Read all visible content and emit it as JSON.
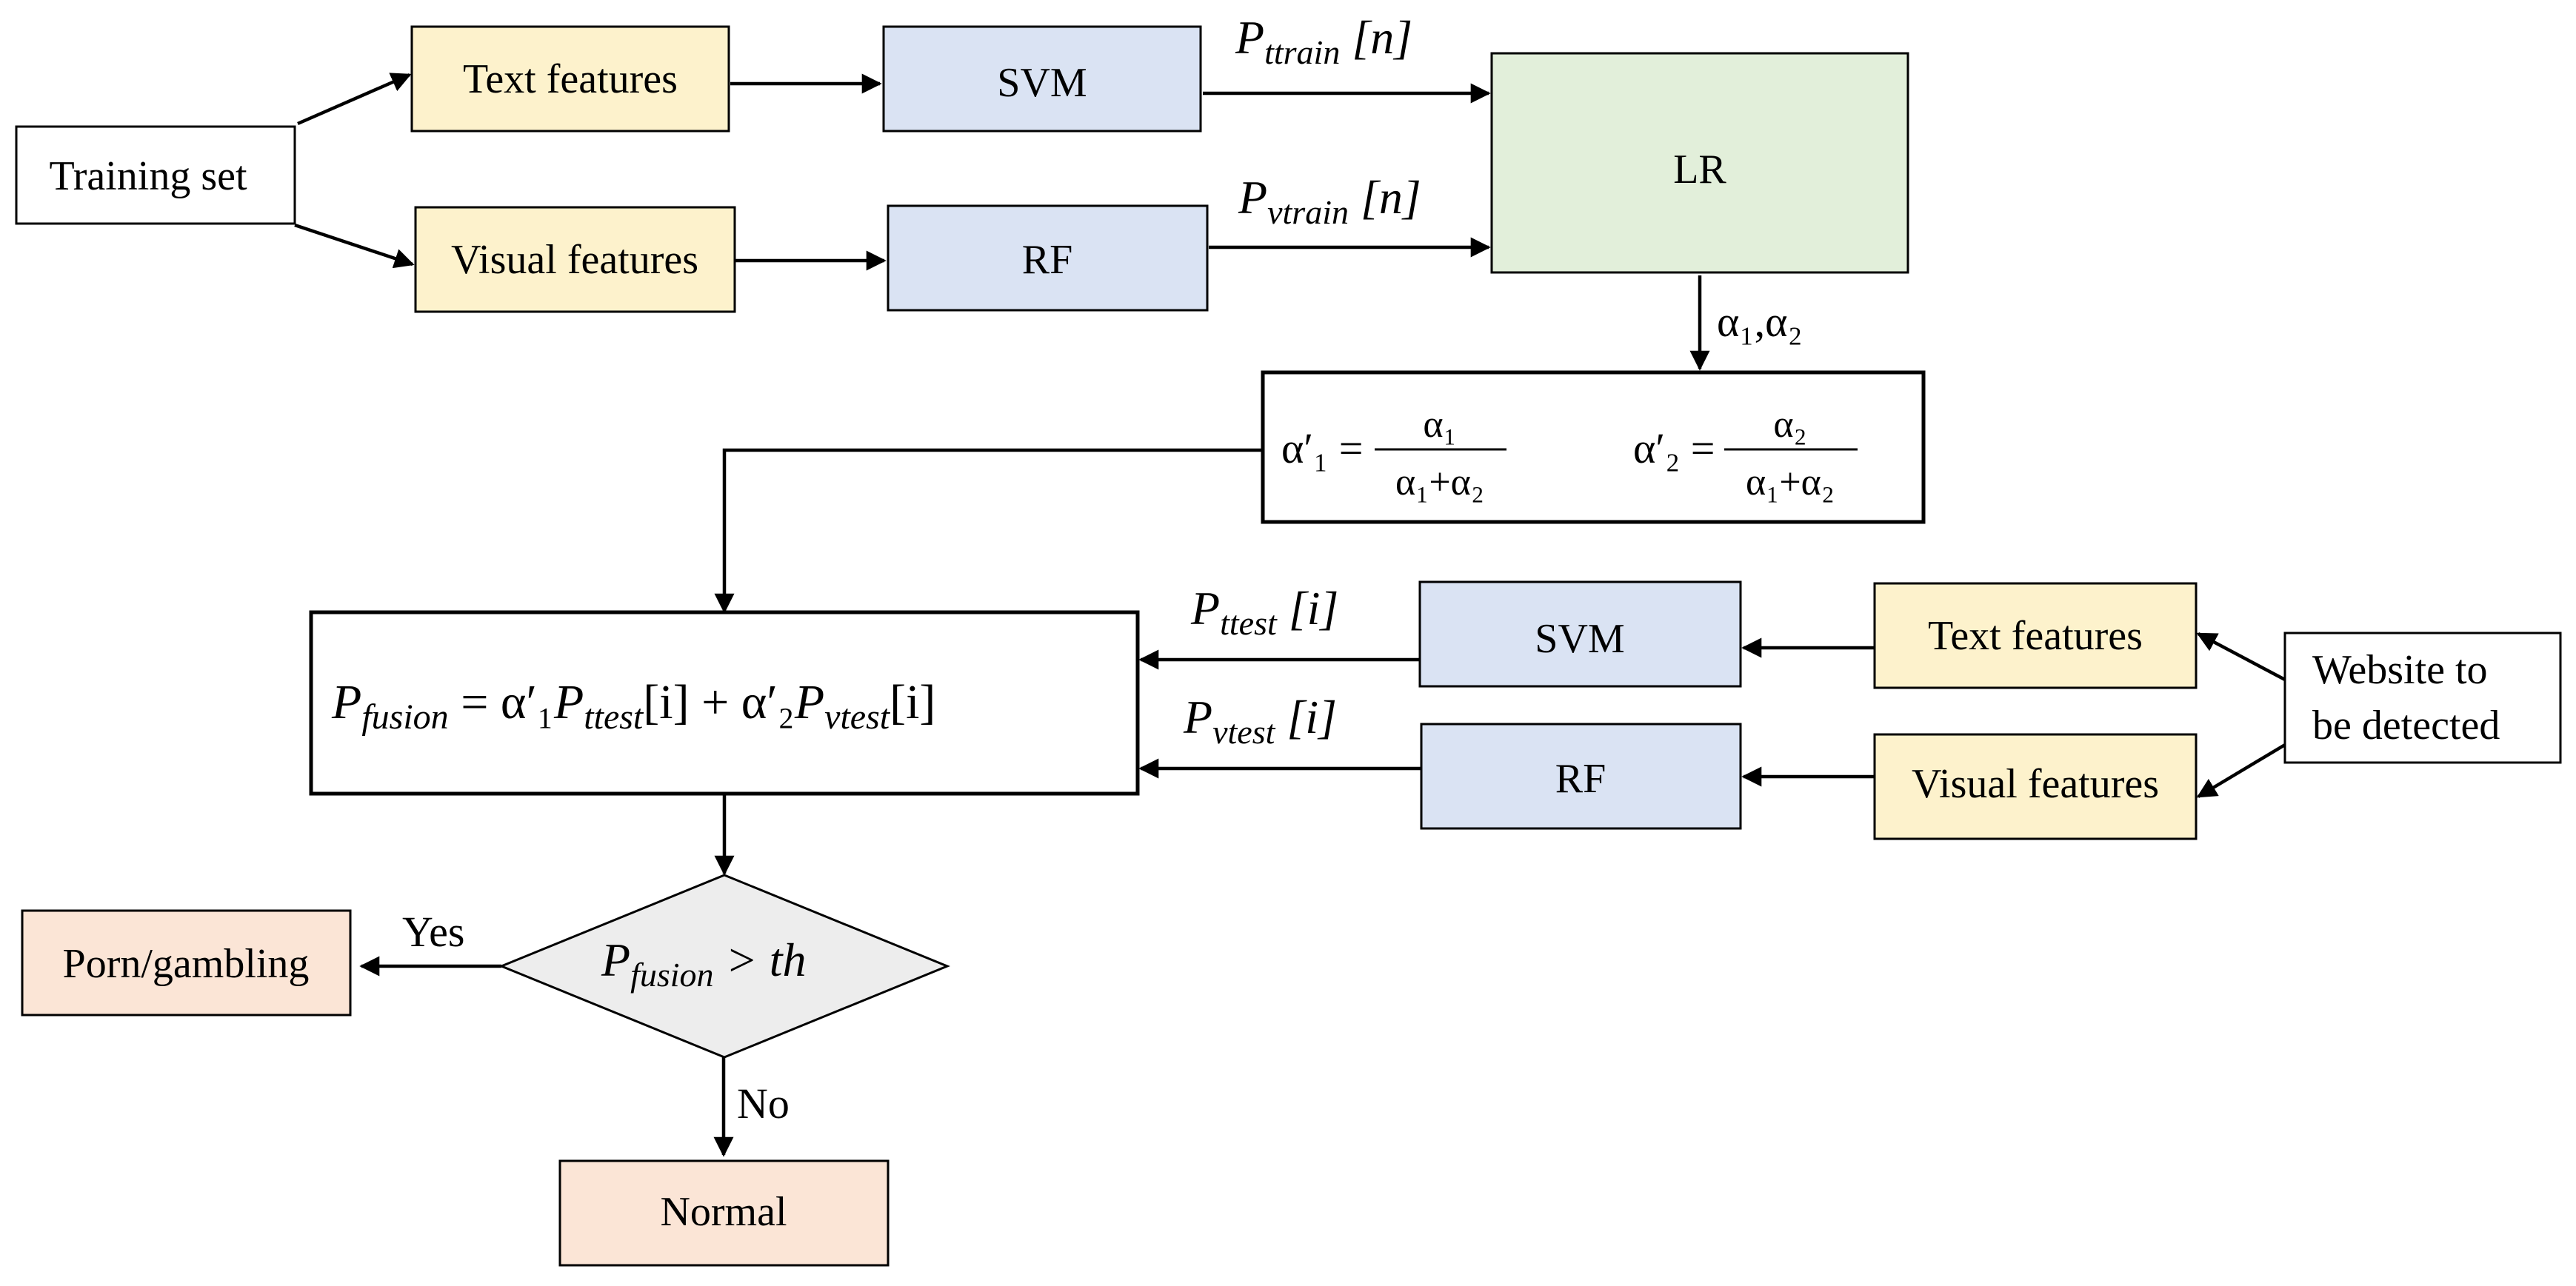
{
  "colors": {
    "feature_fill": "#fdf2cc",
    "classifier_fill": "#dae3f3",
    "lr_fill": "#e2efda",
    "output_fill": "#fbe5d6",
    "decision_fill": "#ededed",
    "stroke": "#000000"
  },
  "training": {
    "input": "Training set",
    "text_features": "Text features",
    "visual_features": "Visual features",
    "svm": "SVM",
    "rf": "RF",
    "lr": "LR",
    "p_text_train": {
      "base": "P",
      "sub": "ttrain",
      "idx": " [n]"
    },
    "p_visual_train": {
      "base": "P",
      "sub": "vtrain",
      "idx": " [n]"
    },
    "alpha_out": "α₁,α₂"
  },
  "weights": {
    "a1_lhs": "α′₁ =",
    "a1_num": "α₁",
    "a1_den": "α₁+α₂",
    "a2_lhs": "α′₂ =",
    "a2_num": "α₂",
    "a2_den": "α₁+α₂"
  },
  "testing": {
    "input_line1": "Website to",
    "input_line2": "be detected",
    "text_features": "Text features",
    "visual_features": "Visual features",
    "svm": "SVM",
    "rf": "RF",
    "p_text_test": {
      "base": "P",
      "sub": "ttest",
      "idx": " [i]"
    },
    "p_visual_test": {
      "base": "P",
      "sub": "vtest",
      "idx": " [i]"
    }
  },
  "fusion": {
    "p": "P",
    "p_sub": "fusion",
    "eq": " = α′₁",
    "t": "P",
    "t_sub": "ttest",
    "t_idx": "[i]",
    "plus": "  + α′₂",
    "v": "P",
    "v_sub": "vtest",
    "v_idx": "[i]"
  },
  "decision": {
    "p": "P",
    "p_sub": "fusion",
    "cmp": " > th",
    "yes_label": "Yes",
    "no_label": "No",
    "yes_result": "Porn/gambling",
    "no_result": "Normal"
  }
}
